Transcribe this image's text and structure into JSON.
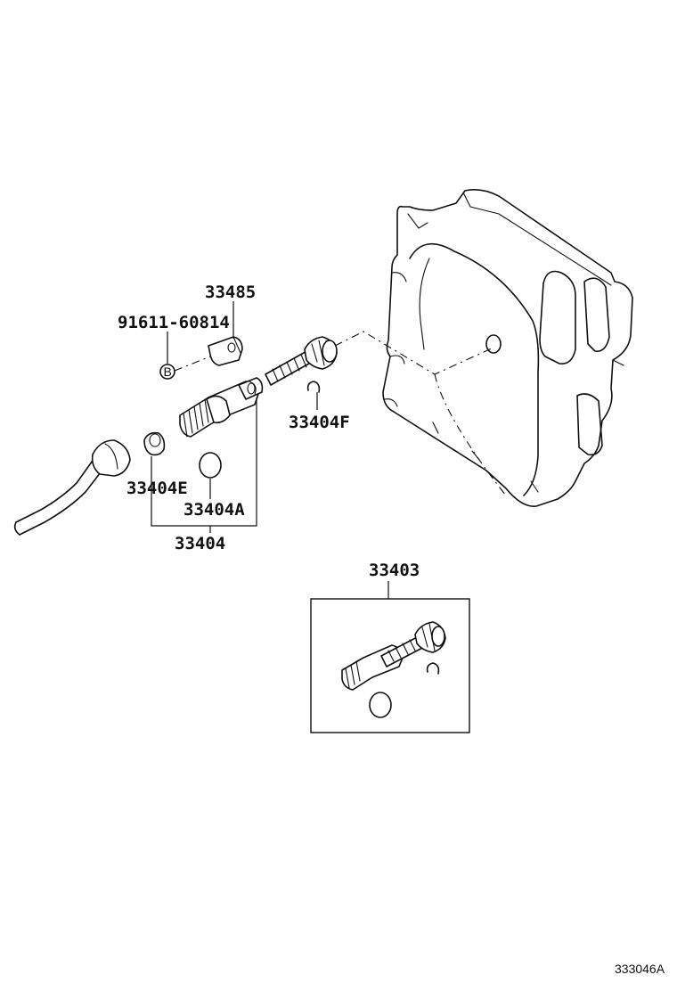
{
  "callouts": {
    "p33485": "33485",
    "p91611": "91611-60814",
    "p33404F": "33404F",
    "p33404E": "33404E",
    "p33404A": "33404A",
    "p33404": "33404",
    "p33403": "33403"
  },
  "bolt_symbol": "B",
  "figure_id": "333046A"
}
